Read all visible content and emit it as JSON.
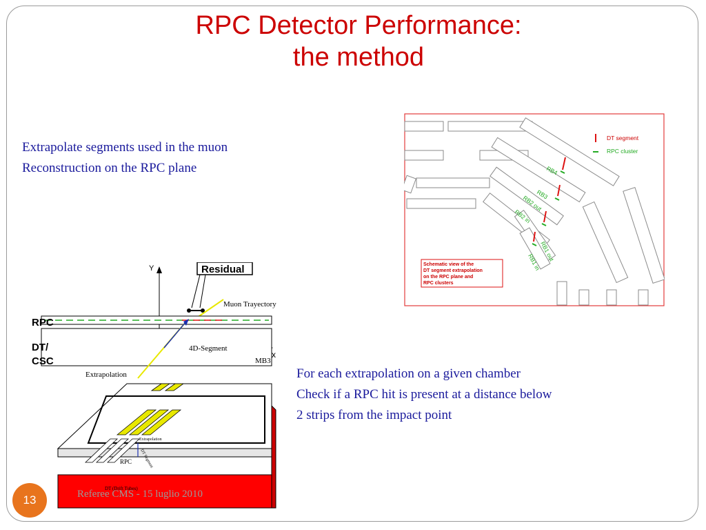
{
  "slide": {
    "title_line1": "RPC Detector Performance:",
    "title_line2": "the method",
    "left_text": [
      "Extrapolate segments used in the muon",
      "Reconstruction on the RPC plane"
    ],
    "right_text": [
      "For each extrapolation on a given chamber",
      "Check if a RPC hit is present at a distance below",
      "2 strips from the impact point"
    ],
    "page_number": "13",
    "footer": "Referee CMS - 15 luglio 2010"
  },
  "schematic": {
    "legend_dt": "DT segment",
    "legend_rpc": "RPC cluster",
    "label_rb4": "RB4",
    "label_rb3": "RB3",
    "label_rb2out": "RB2 out",
    "label_rb2in": "RB2 in",
    "label_rb1out": "RB1 out",
    "label_rb1in": "RB1 in",
    "caption": [
      "Schematic view of the",
      "DT segment extrapolation",
      "on the RPC plane and",
      "RPC clusters"
    ],
    "colors": {
      "border": "#e23b3b",
      "dt": "#dd1111",
      "rpc": "#22aa22",
      "caption": "#cc0000"
    }
  },
  "detector": {
    "axis_y": "Y",
    "axis_x": "x",
    "residual": "Residual",
    "muon_trajectory": "Muon Trayectory",
    "rpc": "RPC",
    "dt_csc_line1": "DT/",
    "dt_csc_line2": "CSC",
    "segment_4d": "4D-Segment",
    "mb3": "MB3",
    "extrapolation": "Extrapolation",
    "small_extrapolation": "Extrapolation",
    "small_rpc": "RPC",
    "small_dt": "DT (Drift Tubes)",
    "small_segment": "DT Segment",
    "colors": {
      "red_block": "#ff0000",
      "strips": "#e8e800",
      "arrow": "#1a2fb0"
    }
  }
}
